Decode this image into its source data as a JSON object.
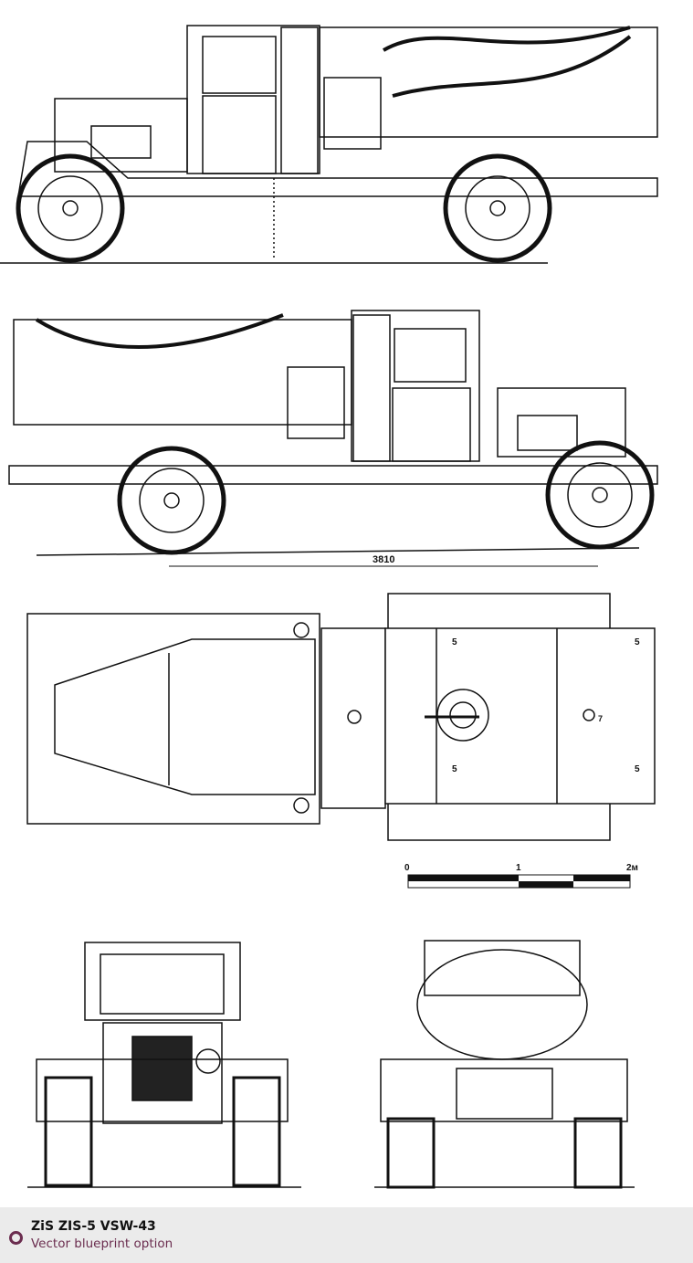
{
  "blueprint": {
    "dimension_label": "3810",
    "scale": {
      "start": "0",
      "mid": "1",
      "end": "2м"
    },
    "callouts": [
      "5",
      "5",
      "5",
      "5",
      "7"
    ]
  },
  "caption": {
    "title": "ZiS ZIS-5 VSW-43",
    "subtitle": "Vector blueprint option"
  },
  "colors": {
    "accent": "#6b2d4f",
    "caption_bg": "#ebebeb"
  }
}
